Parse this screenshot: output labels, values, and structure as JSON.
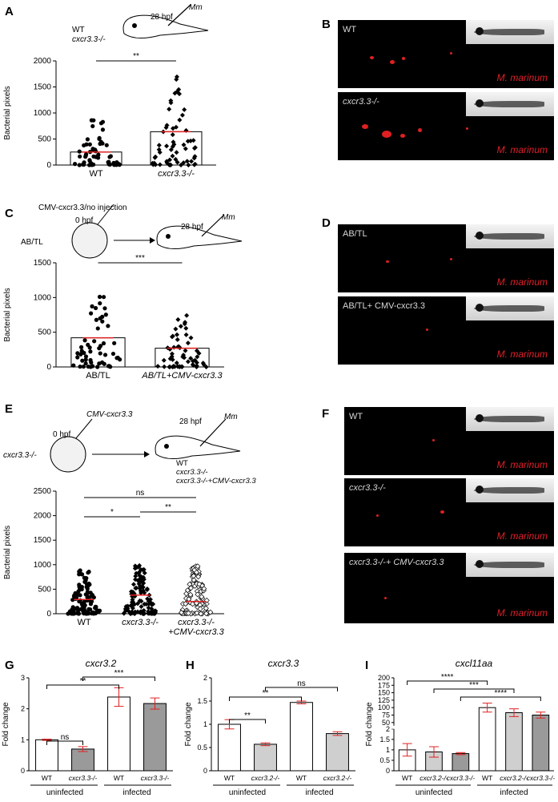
{
  "panels": {
    "A": {
      "letter": "A",
      "schematic_genotype_1": "WT",
      "schematic_genotype_2": "cxcr3.3-/-",
      "time": "28 hpf",
      "injection": "Mm",
      "significance": "**"
    },
    "B": {
      "letter": "B",
      "images": [
        {
          "label": "WT",
          "caption": "M. marinum"
        },
        {
          "label": "cxcr3.3-/-",
          "caption": "M. marinum"
        }
      ]
    },
    "C": {
      "letter": "C",
      "construct": "CMV-cxcr3.3/no injection",
      "time0": "0 hpf",
      "time": "28 hpf",
      "injection": "Mm",
      "strain": "AB/TL",
      "significance": "***"
    },
    "D": {
      "letter": "D",
      "images": [
        {
          "label": "AB/TL",
          "caption": "M. marinum"
        },
        {
          "label": "AB/TL+ CMV-cxcr3.3",
          "caption": "M. marinum"
        }
      ]
    },
    "E": {
      "letter": "E",
      "construct": "CMV-cxcr3.3",
      "time0": "0 hpf",
      "time": "28 hpf",
      "injection": "Mm",
      "strain": "cxcr3.3-/-",
      "legend_1": "WT",
      "legend_2": "cxcr3.3-/-",
      "legend_3": "cxcr3.3-/-+CMV-cxcr3.3",
      "sig_ns": "ns",
      "sig_1": "*",
      "sig_2": "**"
    },
    "F": {
      "letter": "F",
      "images": [
        {
          "label": "WT",
          "caption": "M. marinum"
        },
        {
          "label": "cxcr3.3-/-",
          "caption": "M. marinum"
        },
        {
          "label": "cxcr3.3-/-+ CMV-cxcr3.3",
          "caption": "M. marinum"
        }
      ]
    },
    "G": {
      "letter": "G",
      "title": "cxcr3.2",
      "sig_a": "**",
      "sig_b": "***",
      "sig_c": "ns",
      "group_1": "uninfected",
      "group_2": "infected"
    },
    "H": {
      "letter": "H",
      "title": "cxcr3.3",
      "sig_a": "**",
      "sig_b": "ns",
      "sig_c": "**",
      "group_1": "uninfected",
      "group_2": "infected"
    },
    "I": {
      "letter": "I",
      "title": "cxcl11aa",
      "sig_a": "****",
      "sig_b": "***",
      "sig_c": "****",
      "group_1": "uninfected",
      "group_2": "infected"
    }
  },
  "chart_data": [
    {
      "type": "scatter",
      "panel": "A",
      "ylabel": "Bacterial pixels",
      "ylim": [
        0,
        2000
      ],
      "categories": [
        "WT",
        "cxcr3.3-/-"
      ],
      "means": [
        250,
        640
      ],
      "yticks": [
        0,
        500,
        1000,
        1500,
        2000
      ]
    },
    {
      "type": "scatter",
      "panel": "C",
      "ylabel": "Bacterial pixels",
      "ylim": [
        0,
        1500
      ],
      "categories": [
        "AB/TL",
        "AB/TL+CMV-cxcr3.3"
      ],
      "means": [
        420,
        270
      ],
      "yticks": [
        0,
        500,
        1000,
        1500
      ]
    },
    {
      "type": "scatter",
      "panel": "E",
      "ylabel": "Bacterial pixels",
      "ylim": [
        0,
        2500
      ],
      "categories": [
        "WT",
        "cxcr3.3-/-",
        "cxcr3.3-/-\n+CMV-cxcr3.3"
      ],
      "means": [
        290,
        380,
        250
      ],
      "yticks": [
        0,
        500,
        1000,
        1500,
        2000,
        2500
      ]
    },
    {
      "type": "bar",
      "panel": "G",
      "title": "cxcr3.2",
      "ylabel": "Fold change",
      "ylim": [
        0,
        3
      ],
      "yticks": [
        0,
        1,
        2,
        3
      ],
      "categories": [
        "WT",
        "cxcr3.3-/-",
        "WT",
        "cxcr3.3-/-"
      ],
      "values": [
        1.0,
        0.7,
        2.38,
        2.17
      ],
      "errors": [
        0.02,
        0.08,
        0.3,
        0.18
      ],
      "colors": [
        "#ffffff",
        "#9a9a9a",
        "#ffffff",
        "#9a9a9a"
      ]
    },
    {
      "type": "bar",
      "panel": "H",
      "title": "cxcr3.3",
      "ylabel": "Fold change",
      "ylim": [
        0,
        2
      ],
      "yticks": [
        0,
        0.5,
        1,
        1.5,
        2
      ],
      "categories": [
        "WT",
        "cxcr3.2-/-",
        "WT",
        "cxcr3.2-/-"
      ],
      "values": [
        1.0,
        0.57,
        1.47,
        0.8
      ],
      "errors": [
        0.1,
        0.03,
        0.03,
        0.04
      ],
      "colors": [
        "#ffffff",
        "#cfcfcf",
        "#ffffff",
        "#cfcfcf"
      ]
    },
    {
      "type": "bar",
      "panel": "I",
      "title": "cxcl11aa",
      "ylabel": "Fold change",
      "yticks_lower": [
        0,
        0.5,
        1,
        1.5,
        2
      ],
      "yticks_upper": [
        50,
        75,
        100,
        125,
        150,
        175,
        200
      ],
      "categories": [
        "WT",
        "cxcr3.2-/-",
        "cxcr3.3-/-",
        "WT",
        "cxcr3.2-/-",
        "cxcr3.3-/-"
      ],
      "values": [
        1.0,
        0.9,
        0.82,
        100,
        83,
        75
      ],
      "errors": [
        0.3,
        0.25,
        0.05,
        15,
        13,
        10
      ],
      "colors": [
        "#ffffff",
        "#cfcfcf",
        "#9a9a9a",
        "#ffffff",
        "#cfcfcf",
        "#9a9a9a"
      ]
    }
  ]
}
